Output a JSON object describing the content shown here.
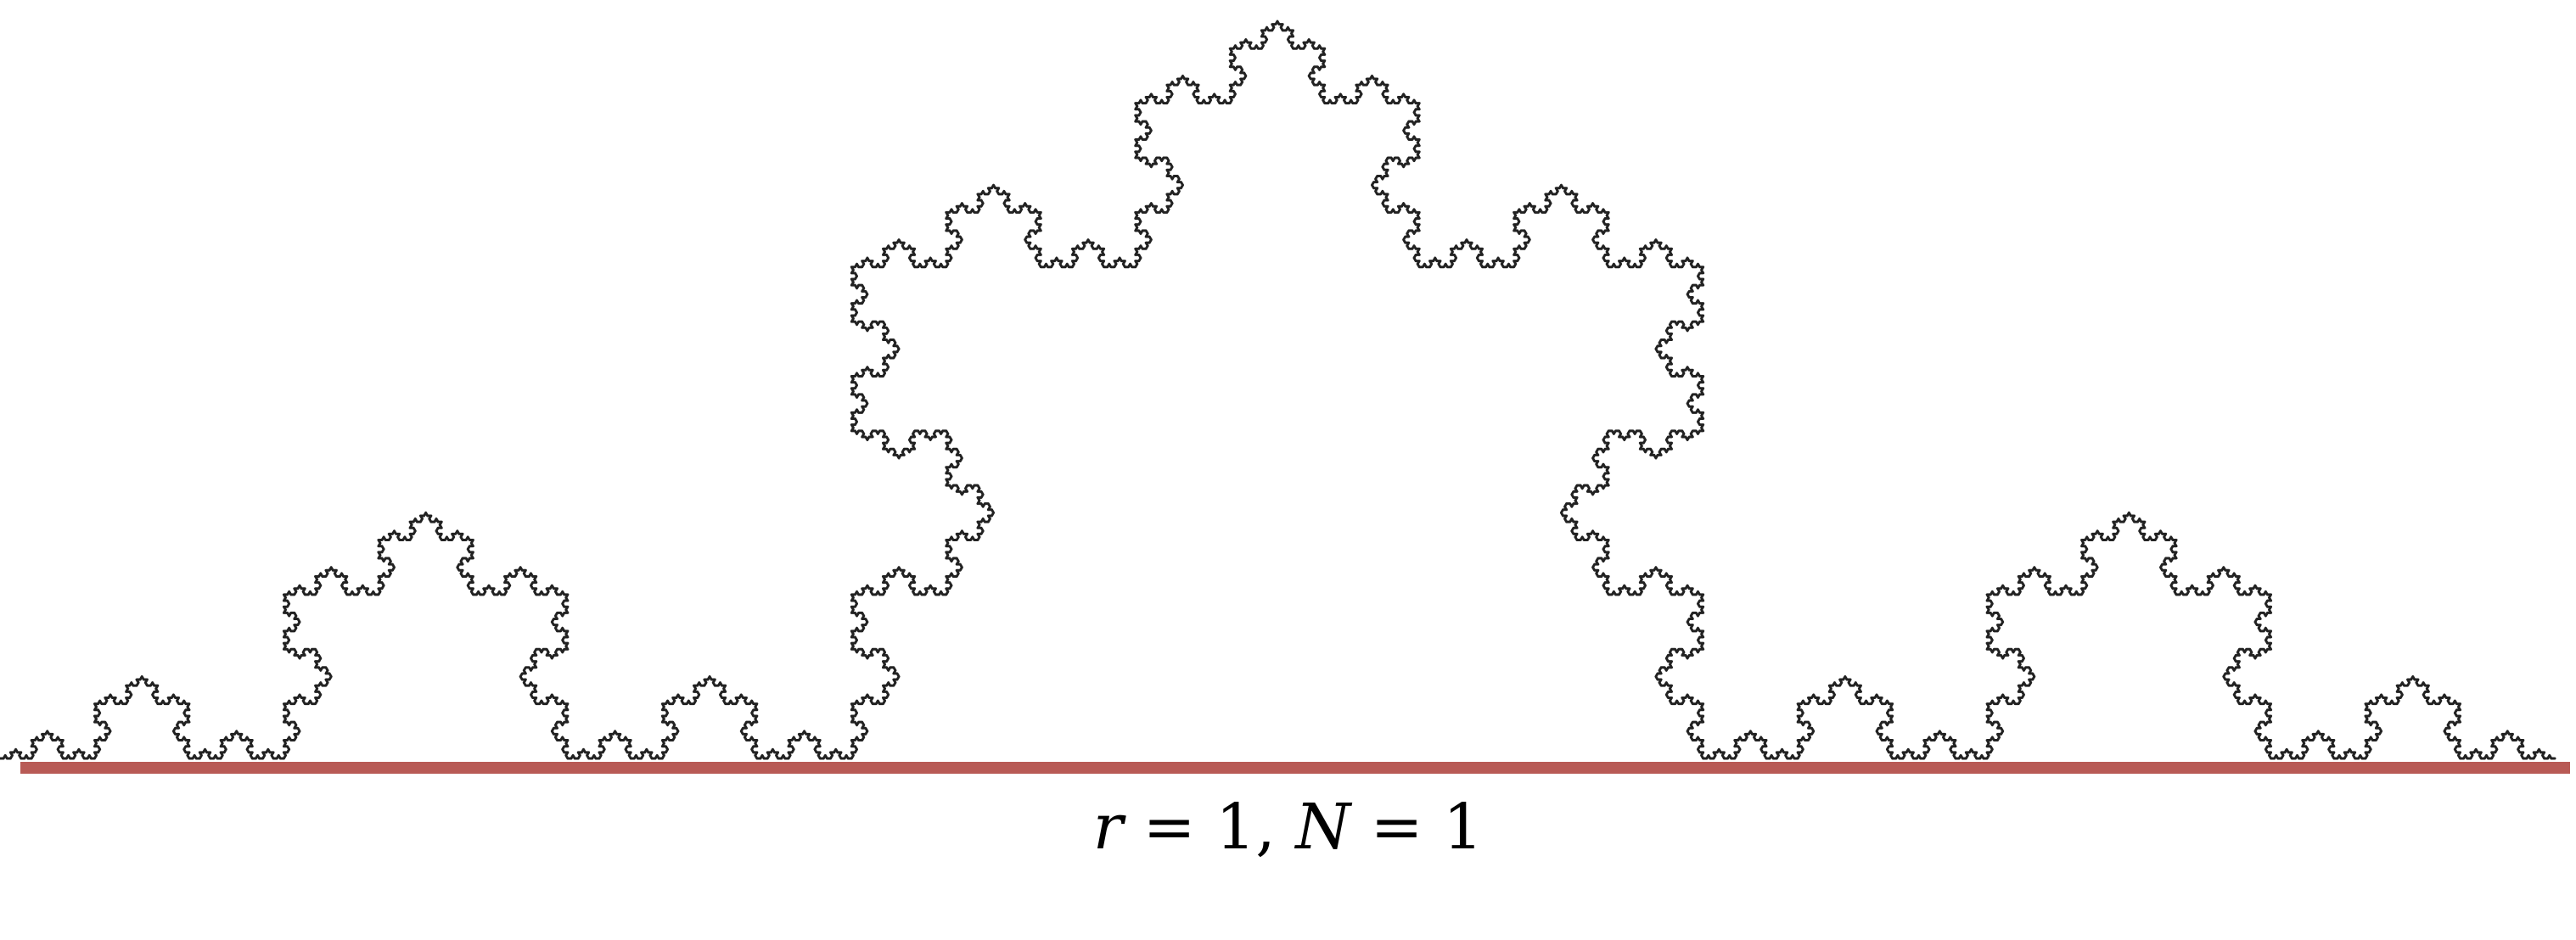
{
  "diagram": {
    "type": "koch-curve",
    "caption": {
      "r_symbol": "r",
      "equals": " = ",
      "r_value": "1",
      "separator": ", ",
      "n_symbol": "N",
      "n_value": "1"
    },
    "colors": {
      "curve": "#222222",
      "baseline": "#b85a55",
      "background": "#ffffff"
    },
    "curve_depth": 6
  }
}
